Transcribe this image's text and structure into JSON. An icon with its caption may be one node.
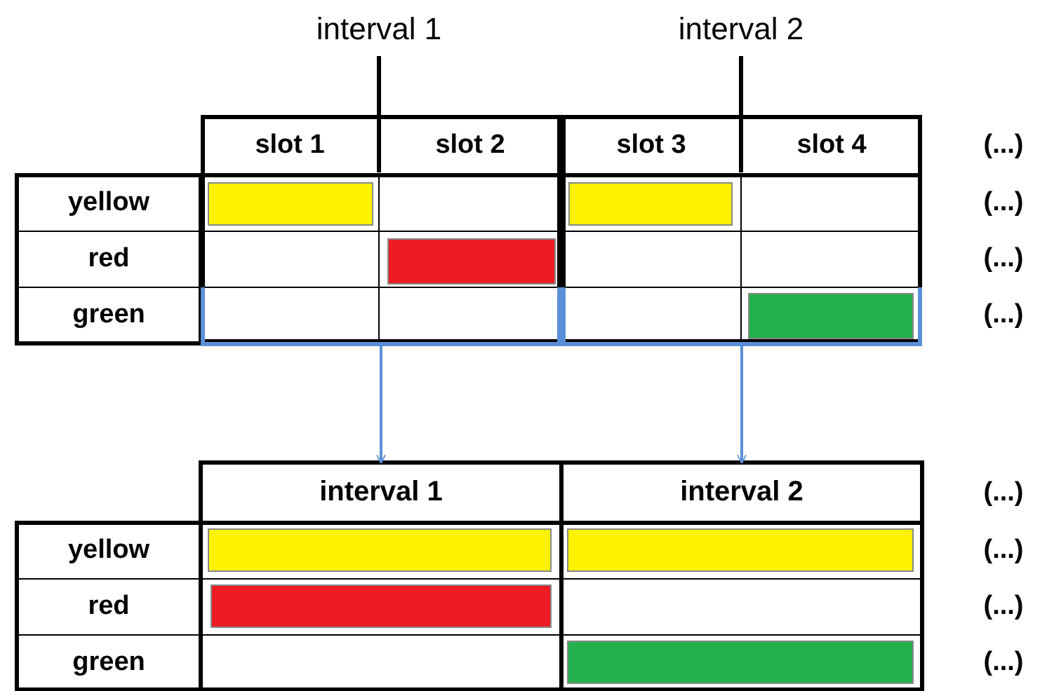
{
  "diagram": {
    "nodes": [
      {
        "text": [
          "interval 1"
        ]
      },
      {
        "text": [
          "interval 2"
        ]
      },
      {
        "text": [],
        "shape": "box"
      },
      {
        "text": [],
        "shape": "box"
      },
      {
        "text": [
          "interval 1"
        ]
      },
      {
        "text": [
          "interval 2"
        ]
      }
    ],
    "edges": [
      {
        "from": 0,
        "to": 2,
        "arrow": "none"
      },
      {
        "from": 1,
        "to": 3,
        "arrow": "none"
      },
      {
        "from": 2,
        "to": 4,
        "arrow": "to",
        "color": "#5b8fd8"
      },
      {
        "from": 3,
        "to": 5,
        "arrow": "to",
        "color": "#5b8fd8"
      }
    ],
    "labels": [
      "slot 1",
      "slot 2",
      "slot 3",
      "slot 4",
      "(...)",
      "yellow",
      "(...)",
      "red",
      "(...)",
      "green",
      "(...)",
      "(...)",
      "yellow",
      "(...)",
      "red",
      "(...)",
      "green",
      "(...)"
    ]
  }
}
